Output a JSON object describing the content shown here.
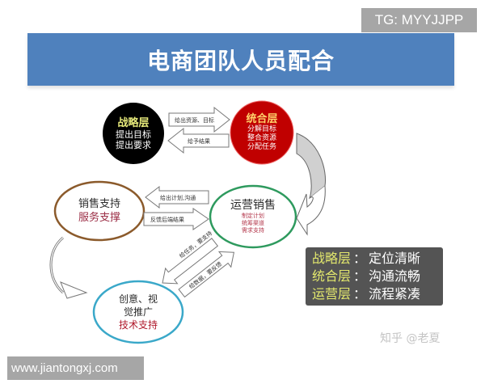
{
  "watermarks": {
    "top_right": "TG: MYYJJPP",
    "bottom_left": "www.jiantongxj.com",
    "zhihu": "知乎 @老夏"
  },
  "banner": {
    "title": "电商团队人员配合",
    "color": "#4f81bd"
  },
  "nodes": {
    "strategy": {
      "title": "战略层",
      "lines": [
        "提出目标",
        "提出要求"
      ],
      "fill": "#000000"
    },
    "integration": {
      "title": "统合层",
      "lines": [
        "分解目标",
        "整合资源",
        "分配任务"
      ],
      "fill": "#c00000"
    },
    "sales_support": {
      "title": "销售支持",
      "subtitle": "服务支撑",
      "stroke": "#8b5a2b"
    },
    "operations": {
      "title": "运营销售",
      "lines": [
        "制定计划",
        "统筹渠道",
        "需求支持"
      ],
      "stroke": "#2e9a5e"
    },
    "creative": {
      "title_line1": "创意、视",
      "title_line2": "觉推广",
      "subtitle": "技术支持",
      "stroke": "#3aa8c9"
    }
  },
  "arrows": {
    "strategy_to_integration": "给出资源、目标",
    "integration_to_strategy": "给予结果",
    "ops_to_sales": "给出计划,沟通",
    "sales_to_ops": "反馈后端结果",
    "ops_to_creative": "给任务，要支持",
    "creative_to_ops": "给数据，要反馈"
  },
  "legend": {
    "rows": [
      {
        "key": "战略层",
        "sep": "：",
        "value": "定位清晰"
      },
      {
        "key": "统合层",
        "sep": "：",
        "value": "沟通流畅"
      },
      {
        "key": "运营层",
        "sep": "：",
        "value": "流程紧凑"
      }
    ]
  }
}
